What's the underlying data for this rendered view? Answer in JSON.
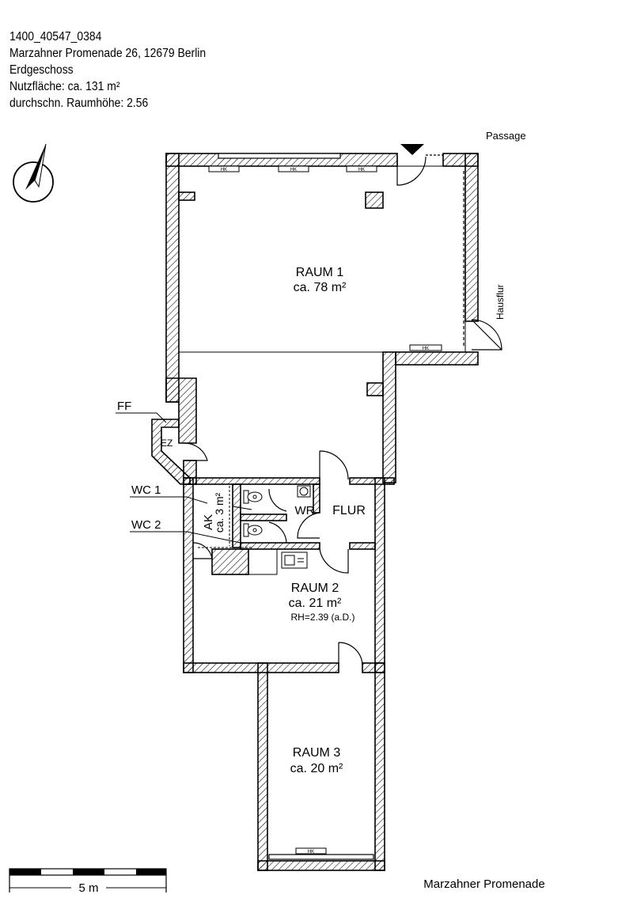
{
  "header": {
    "id": "1400_40547_0384",
    "address": "Marzahner Promenade 26, 12679 Berlin",
    "floor": "Erdgeschoss",
    "usable_area": "Nutzfläche: ca. 131 m²",
    "avg_height": "durchschn. Raumhöhe: 2.56"
  },
  "labels": {
    "passage": "Passage",
    "hausflur": "Hausflur",
    "ff": "FF",
    "ez": "EZ",
    "wc1": "WC 1",
    "wc2": "WC 2",
    "ak": "AK",
    "ak_area": "ca. 3 m²",
    "wr": "WR",
    "flur": "FLUR",
    "hk": "HK",
    "street": "Marzahner Promenade"
  },
  "rooms": {
    "raum1": {
      "name": "RAUM 1",
      "area": "ca. 78 m²"
    },
    "raum2": {
      "name": "RAUM 2",
      "area": "ca. 21 m²",
      "note": "RH=2.39 (a.D.)"
    },
    "raum3": {
      "name": "RAUM 3",
      "area": "ca. 20 m²"
    }
  },
  "scale_bar": {
    "label": "5 m"
  }
}
